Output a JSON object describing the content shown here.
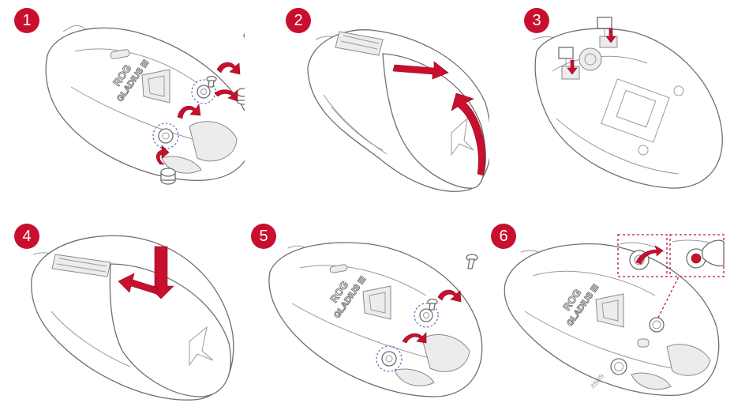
{
  "colors": {
    "accent": "#c8102e",
    "dash_circle": "#5578b8",
    "line": "#6f6f6f"
  },
  "steps": [
    {
      "number": "1"
    },
    {
      "number": "2"
    },
    {
      "number": "3"
    },
    {
      "number": "4"
    },
    {
      "number": "5"
    },
    {
      "number": "6"
    }
  ],
  "underside_logo": {
    "line1": "ROG",
    "line2": "GLADIUS III"
  },
  "small_logo": "/ISUS"
}
